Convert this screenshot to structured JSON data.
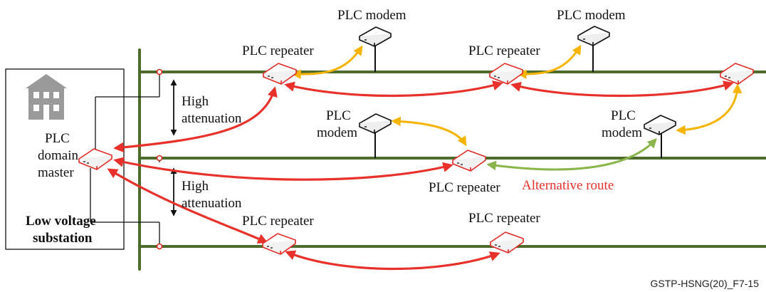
{
  "labels": {
    "modem_top_1": "PLC modem",
    "modem_top_2": "PLC modem",
    "repeater_top_1": "PLC repeater",
    "repeater_top_2": "PLC repeater",
    "repeater_mid": "PLC repeater",
    "repeater_bot_1": "PLC repeater",
    "repeater_bot_2": "PLC repeater",
    "modem_mid_1_line1": "PLC",
    "modem_mid_1_line2": "modem",
    "modem_mid_2_line1": "PLC",
    "modem_mid_2_line2": "modem",
    "attenuation_1_line1": "High",
    "attenuation_1_line2": "attenuation",
    "attenuation_2_line1": "High",
    "attenuation_2_line2": "attenuation",
    "master_line1": "PLC",
    "master_line2": "domain",
    "master_line3": "master",
    "substation_line1": "Low voltage",
    "substation_line2": "substation",
    "alternative_route": "Alternative route",
    "figure_id": "GSTP-HSNG(20)_F7-15"
  },
  "colors": {
    "power_line": "#4d6b2a",
    "primary_link": "#e8312a",
    "modem_link": "#f5b400",
    "alternative_link": "#8ab54a",
    "house": "#9a9a9a"
  },
  "icons": {
    "house": "house-icon",
    "repeater": "repeater-icon",
    "modem": "modem-icon"
  }
}
